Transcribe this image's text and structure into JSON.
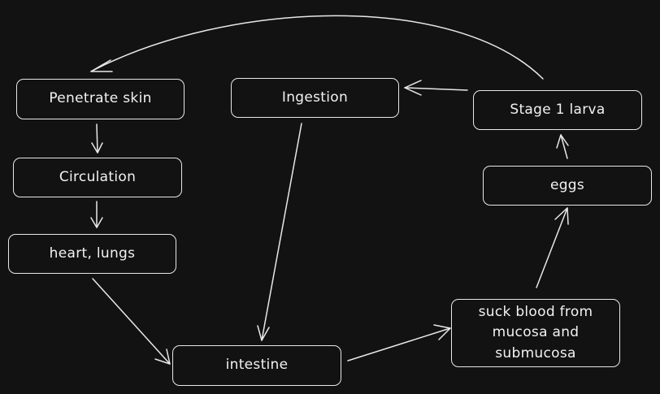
{
  "diagram": {
    "nodes": [
      {
        "id": "penetrate",
        "label": "Penetrate skin"
      },
      {
        "id": "ingestion",
        "label": "Ingestion"
      },
      {
        "id": "stage1",
        "label": "Stage 1 larva"
      },
      {
        "id": "circulation",
        "label": "Circulation"
      },
      {
        "id": "eggs",
        "label": "eggs"
      },
      {
        "id": "heart",
        "label": "heart, lungs"
      },
      {
        "id": "suck",
        "label": "suck blood from\nmucosa and\nsubmucosa"
      },
      {
        "id": "intestine",
        "label": "intestine"
      }
    ],
    "edges": [
      {
        "from": "stage1",
        "to": "penetrate"
      },
      {
        "from": "stage1",
        "to": "ingestion"
      },
      {
        "from": "penetrate",
        "to": "circulation"
      },
      {
        "from": "circulation",
        "to": "heart"
      },
      {
        "from": "heart",
        "to": "intestine"
      },
      {
        "from": "ingestion",
        "to": "intestine"
      },
      {
        "from": "intestine",
        "to": "suck"
      },
      {
        "from": "suck",
        "to": "eggs"
      },
      {
        "from": "eggs",
        "to": "stage1"
      }
    ],
    "colors": {
      "background": "#121212",
      "stroke": "#e8e8e8",
      "text": "#f2f2f2"
    }
  }
}
